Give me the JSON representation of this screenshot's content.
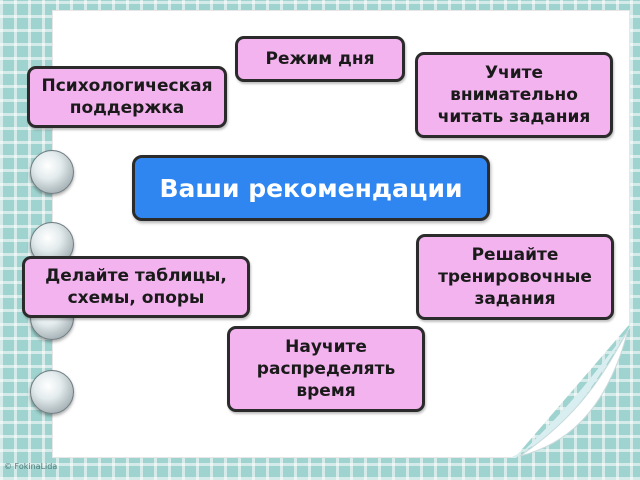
{
  "center_title": "Ваши рекомендации",
  "items": [
    "Режим дня",
    "Учите внимательно читать задания",
    "Психологическая поддержка",
    "Делайте таблицы, схемы, опоры",
    "Решайте тренировочные задания",
    "Научите распределять время"
  ],
  "copyright": "© FokinaLida",
  "colors": {
    "box_fill": "#f3b3ef",
    "center_fill": "#2f86f0",
    "background": "#9fd3cf"
  }
}
